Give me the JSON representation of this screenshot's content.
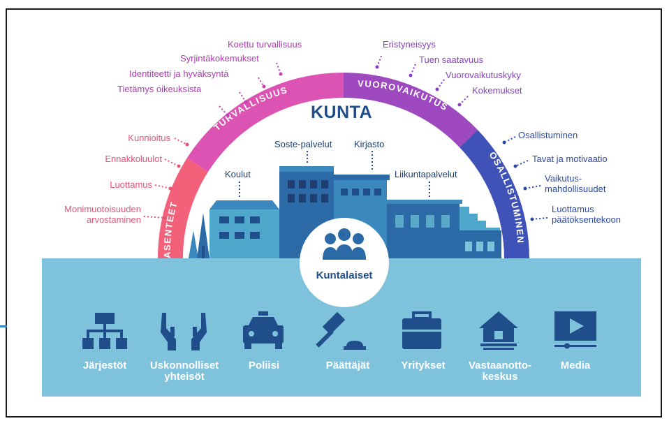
{
  "title": "KUNTA",
  "center_label": "Kuntalaiset",
  "arc_segments": [
    {
      "label": "ASENTEET",
      "color": "#f2607a"
    },
    {
      "label": "TURVALLISUUS",
      "color": "#dd53b4"
    },
    {
      "label": "VUOROVAIKUTUS",
      "color": "#9f49c0"
    },
    {
      "label": "OSALLISTUMINEN",
      "color": "#3f52b8"
    }
  ],
  "asenteet_items": [
    "Kunnioitus",
    "Ennakkoluulot",
    "Luottamus",
    "Monimuotoisuuden",
    "arvostaminen"
  ],
  "turvallisuus_items": [
    "Koettu turvallisuus",
    "Syrjintäkokemukset",
    "Identiteetti ja hyväksyntä",
    "Tietämys oikeuksista"
  ],
  "vuorovaikutus_items": [
    "Eristyneisyys",
    "Tuen saatavuus",
    "Vuorovaikutuskyky",
    "Kokemukset"
  ],
  "osallistuminen_items": [
    "Osallistuminen",
    "Tavat ja motivaatio",
    "Vaikutus-",
    "mahdollisuudet",
    "Luottamus",
    "päätöksentekoon"
  ],
  "buildings": [
    "Koulut",
    "Soste-palvelut",
    "Kirjasto",
    "Liikuntapalvelut"
  ],
  "actors": [
    {
      "label": "Järjestöt",
      "icon": "org-chart-icon"
    },
    {
      "label": "Uskonnolliset",
      "label2": "yhteisöt",
      "icon": "hands-icon"
    },
    {
      "label": "Poliisi",
      "icon": "police-car-icon"
    },
    {
      "label": "Päättäjät",
      "icon": "gavel-icon"
    },
    {
      "label": "Yritykset",
      "icon": "briefcase-icon"
    },
    {
      "label": "Vastaanotto-",
      "label2": "keskus",
      "icon": "house-icon"
    },
    {
      "label": "Media",
      "icon": "video-icon"
    }
  ],
  "colors": {
    "panel": "#7ec3db",
    "panel_dark": "#5aa9c8",
    "building_dark": "#2b6aa6",
    "building_mid": "#3a88bd",
    "building_light": "#4fa7cc",
    "title": "#1f4e8a"
  }
}
